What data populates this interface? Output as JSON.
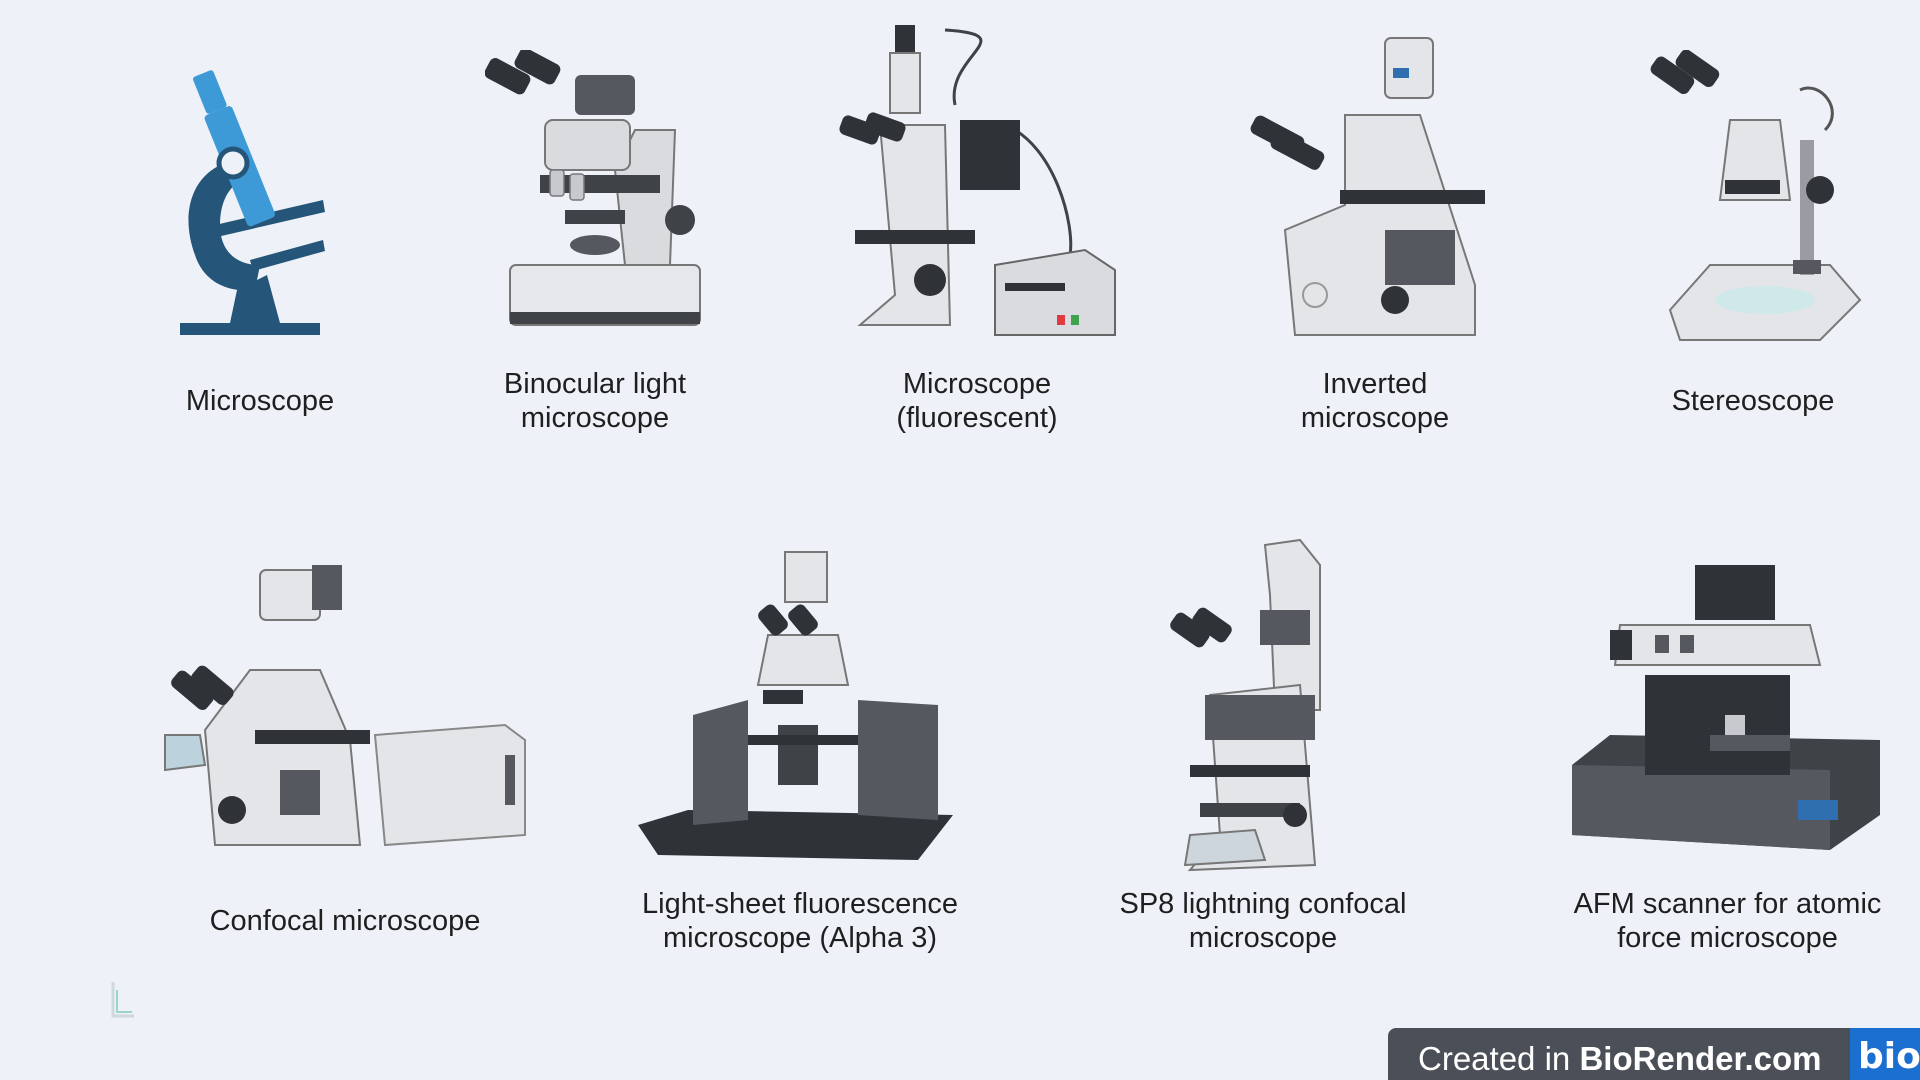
{
  "colors": {
    "background": "#eef2f8",
    "icon_blue_dark": "#25567a",
    "icon_blue_light": "#3d9ad6",
    "instrument_light": "#e2e4e8",
    "instrument_dark": "#3f4247",
    "badge_bg": "#4b4f57",
    "badge_logo_bg": "#1a6fd1"
  },
  "items": [
    {
      "label": "Microscope",
      "icon": "microscope-icon"
    },
    {
      "label": "Binocular light\nmicroscope",
      "icon": "binocular-microscope-icon"
    },
    {
      "label": "Microscope\n(fluorescent)",
      "icon": "fluorescent-microscope-icon"
    },
    {
      "label": "Inverted\nmicroscope",
      "icon": "inverted-microscope-icon"
    },
    {
      "label": "Stereoscope",
      "icon": "stereoscope-icon"
    },
    {
      "label": "Confocal microscope",
      "icon": "confocal-microscope-icon"
    },
    {
      "label": "Light-sheet fluorescence\nmicroscope (Alpha 3)",
      "icon": "light-sheet-microscope-icon"
    },
    {
      "label": "SP8 lightning confocal\nmicroscope",
      "icon": "sp8-confocal-microscope-icon"
    },
    {
      "label": "AFM scanner for atomic\nforce microscope",
      "icon": "afm-scanner-icon"
    }
  ],
  "badge": {
    "prefix": "Created in ",
    "brand": "BioRender.com",
    "logo": "bio"
  }
}
